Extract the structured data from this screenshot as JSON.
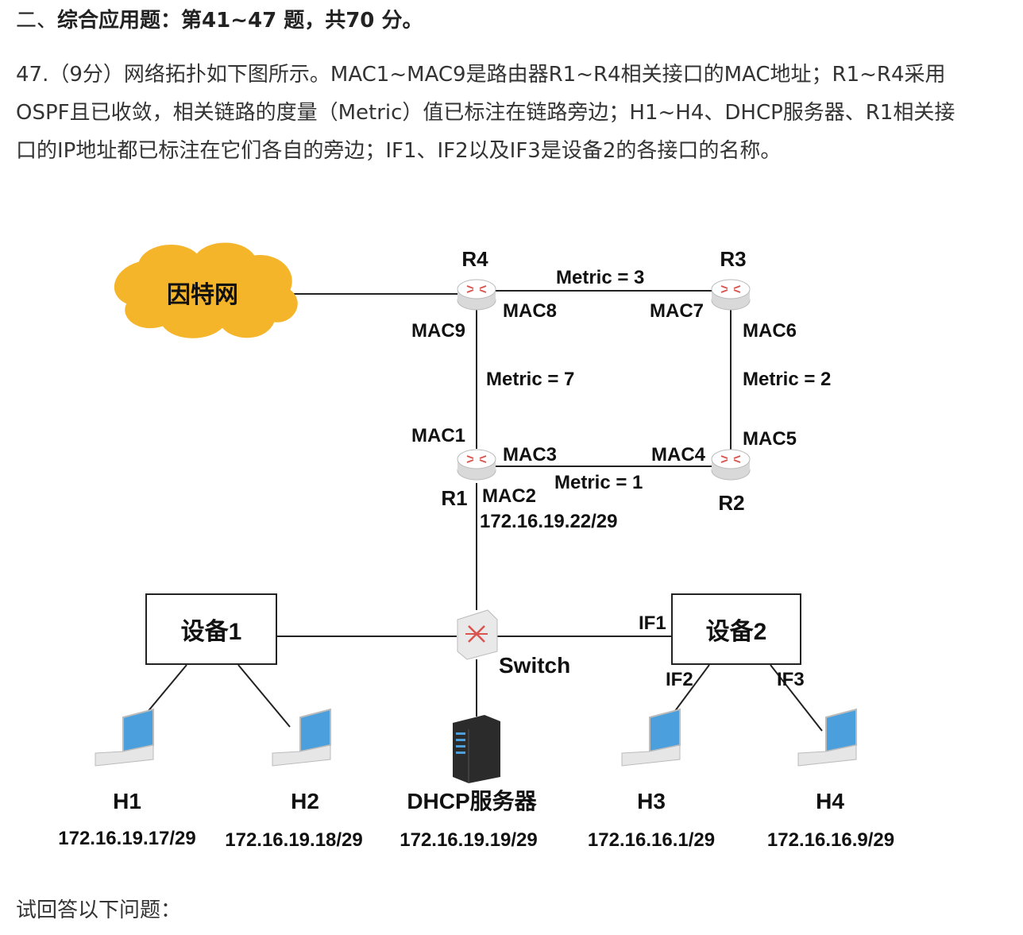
{
  "section": {
    "prefix": "二、",
    "title": "综合应用题：第41~47 题，共70 分。"
  },
  "question": {
    "text": "47.（9分）网络拓扑如下图所示。MAC1~MAC9是路由器R1~R4相关接口的MAC地址；R1~R4采用OSPF且已收敛，相关链路的度量（Metric）值已标注在链路旁边；H1~H4、DHCP服务器、R1相关接口的IP地址都已标注在它们各自的旁边；IF1、IF2以及IF3是设备2的各接口的名称。"
  },
  "diagram": {
    "internet_label": "因特网",
    "routers": {
      "r1": "R1",
      "r2": "R2",
      "r3": "R3",
      "r4": "R4"
    },
    "macs": {
      "mac1": "MAC1",
      "mac2": "MAC2",
      "mac3": "MAC3",
      "mac4": "MAC4",
      "mac5": "MAC5",
      "mac6": "MAC6",
      "mac7": "MAC7",
      "mac8": "MAC8",
      "mac9": "MAC9"
    },
    "metrics": {
      "r4_r3": "Metric = 3",
      "r4_r1": "Metric = 7",
      "r3_r2": "Metric = 2",
      "r1_r2": "Metric = 1"
    },
    "r1_ip": "172.16.19.22/29",
    "switch_label": "Switch",
    "device1": "设备1",
    "device2": "设备2",
    "interfaces": {
      "if1": "IF1",
      "if2": "IF2",
      "if3": "IF3"
    },
    "hosts": {
      "h1": {
        "name": "H1",
        "ip": "172.16.19.17/29"
      },
      "h2": {
        "name": "H2",
        "ip": "172.16.19.18/29"
      },
      "dhcp": {
        "name": "DHCP服务器",
        "ip": "172.16.19.19/29"
      },
      "h3": {
        "name": "H3",
        "ip": "172.16.16.1/29"
      },
      "h4": {
        "name": "H4",
        "ip": "172.16.16.9/29"
      }
    },
    "colors": {
      "cloud_fill": "#f5b52a",
      "router_fill": "#ffffff",
      "router_arrow": "#d9534f",
      "laptop_screen": "#4a9fdc",
      "server_body": "#2b2b2b",
      "line": "#222222"
    }
  },
  "footer": {
    "text": "试回答以下问题："
  }
}
